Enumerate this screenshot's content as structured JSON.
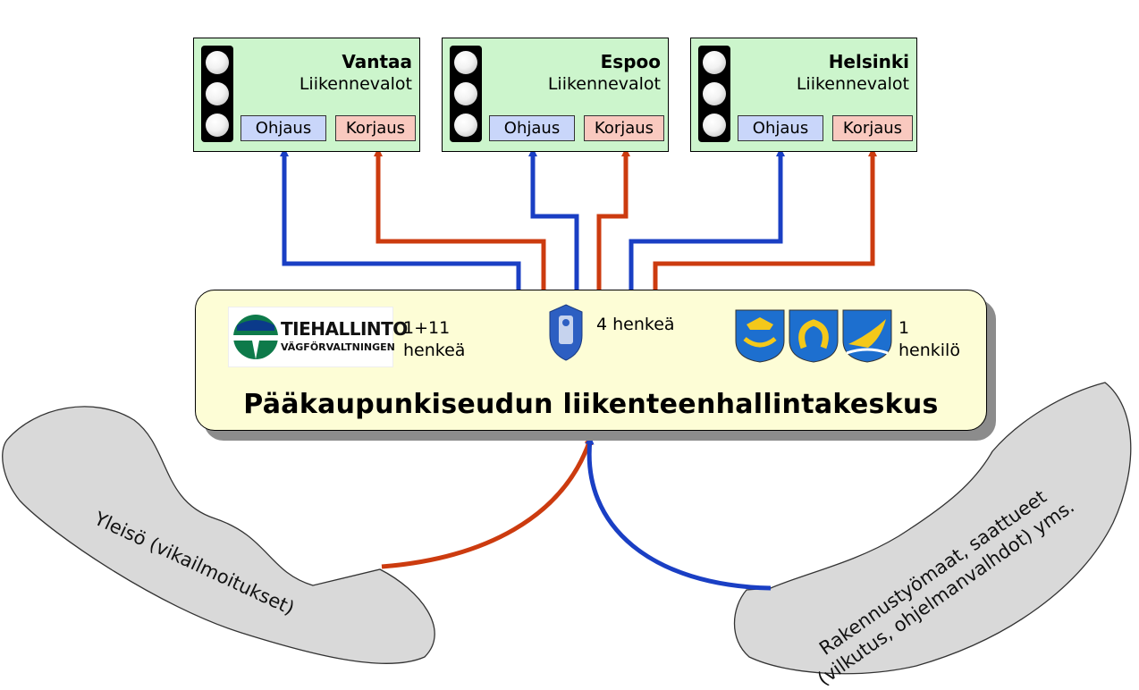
{
  "cities": [
    {
      "name": "Vantaa",
      "subtitle": "Liikennevalot",
      "ohjaus": "Ohjaus",
      "korjaus": "Korjaus"
    },
    {
      "name": "Espoo",
      "subtitle": "Liikennevalot",
      "ohjaus": "Ohjaus",
      "korjaus": "Korjaus"
    },
    {
      "name": "Helsinki",
      "subtitle": "Liikennevalot",
      "ohjaus": "Ohjaus",
      "korjaus": "Korjaus"
    }
  ],
  "center": {
    "title": "Pääkaupunkiseudun liikenteenhallintakeskus",
    "tiehallinto_logo": {
      "line1": "TIEHALLINTO",
      "line2": "VÄGFÖRVALTNINGEN"
    },
    "staff_tiehallinto": {
      "line1": "1+11",
      "line2": "henkeä"
    },
    "staff_police": "4 henkeä",
    "staff_cities": {
      "line1": "1",
      "line2": "henkilö"
    }
  },
  "sources": {
    "public": "Yleisö (vikailmoitukset)",
    "works_line1": "Rakennustyömaat, saattueet",
    "works_line2": "(vilkutus, ohjelmanvalhdot) yms."
  },
  "colors": {
    "ohjaus_arrow": "#1a3fc4",
    "korjaus_arrow": "#cc3b0f",
    "city_box": "#ccf5cc",
    "center_box": "#fdfdd6",
    "source_shape": "#d9d9d9"
  }
}
